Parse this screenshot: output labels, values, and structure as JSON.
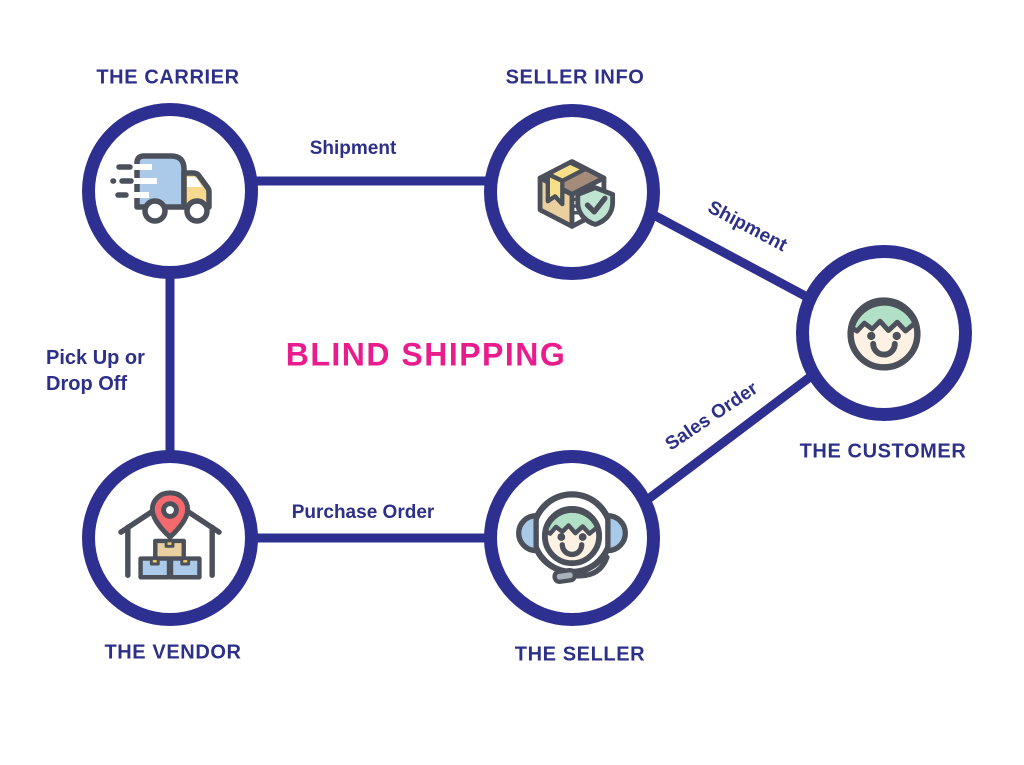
{
  "title": {
    "label": "BLIND SHIPPING",
    "color": "#ea1c8d"
  },
  "nodes": [
    {
      "id": "carrier",
      "label": "THE CARRIER",
      "icon": "fast-delivery-truck-icon"
    },
    {
      "id": "seller_info",
      "label": "SELLER INFO",
      "icon": "package-shield-icon"
    },
    {
      "id": "customer",
      "label": "THE CUSTOMER",
      "icon": "customer-face-icon"
    },
    {
      "id": "vendor",
      "label": "THE VENDOR",
      "icon": "warehouse-location-pin-icon"
    },
    {
      "id": "seller",
      "label": "THE SELLER",
      "icon": "support-agent-headset-icon"
    }
  ],
  "edges": [
    {
      "from": "carrier",
      "to": "seller_info",
      "label": "Shipment"
    },
    {
      "from": "seller_info",
      "to": "customer",
      "label": "Shipment"
    },
    {
      "from": "carrier",
      "to": "vendor",
      "label": "Pick Up or Drop Off"
    },
    {
      "from": "vendor",
      "to": "seller",
      "label": "Purchase Order"
    },
    {
      "from": "seller",
      "to": "customer",
      "label": "Sales Order"
    }
  ],
  "colors": {
    "navy": "#2e3091",
    "pink": "#ea1c8d",
    "icon_outline": "#4b505a",
    "icon_blue": "#abc9e8",
    "icon_yellow": "#f6d88e",
    "icon_tan": "#eacfa0",
    "icon_brown": "#a48b7a",
    "icon_mint_hair": "#b2e0c6",
    "icon_mint_shield": "#bfe5d2",
    "icon_cream": "#fcf1e3",
    "icon_coral": "#f4696e",
    "icon_gray": "#abb1ba"
  }
}
